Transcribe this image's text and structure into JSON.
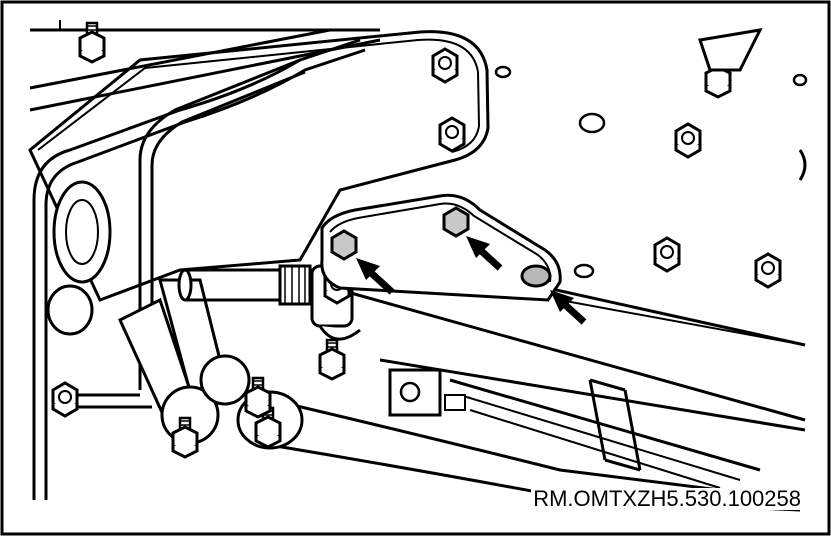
{
  "figure": {
    "reference_code": "RM.OMTXZH5.530.100258",
    "colors": {
      "line": "#000000",
      "background": "#ffffff",
      "bolt_fill": "#c8c8c8",
      "pin_fill": "#b8b8b8"
    },
    "callouts": [
      {
        "name": "arrow-left-bolt",
        "target": "bracket-bolt-left"
      },
      {
        "name": "arrow-middle-bolt",
        "target": "bracket-bolt-middle"
      },
      {
        "name": "arrow-right-pin",
        "target": "bracket-pin-right"
      }
    ]
  }
}
